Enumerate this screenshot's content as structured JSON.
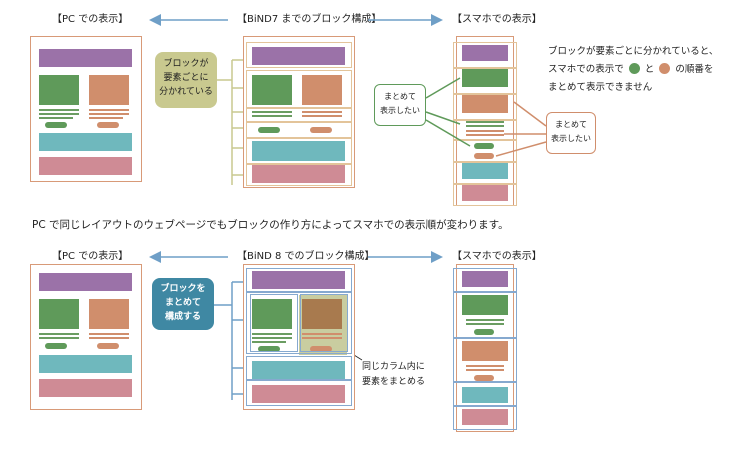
{
  "top": {
    "pc_header": "【PC での表示】",
    "bind7_header": "【BiND7 までのブロック構成】",
    "smartphone_header": "【スマホでの表示】",
    "block_note": "ブロックが\n要素ごとに\n分かれている",
    "desc_line1": "ブロックが要素ごとに分かれていると、",
    "desc_line2_a": "スマホでの表示で",
    "desc_line2_b": "と",
    "desc_line2_c": "の順番を",
    "desc_line3": "まとめて表示できません",
    "want_group_green": "まとめて\n表示したい",
    "want_group_salmon": "まとめて\n表示したい"
  },
  "middle_caption": "PC で同じレイアウトのウェブページでもブロックの作り方によってスマホでの表示順が変わります。",
  "bottom": {
    "pc_header": "【PC での表示】",
    "bind8_header": "【BiND 8 でのブロック構成】",
    "smartphone_header": "【スマホでの表示】",
    "block_note": "ブロックを\nまとめて\n構成する",
    "column_note": "同じカラム内に\n要素をまとめる"
  },
  "colors": {
    "purple": "#9b72a8",
    "green": "#5f9a5a",
    "salmon": "#d08e6c",
    "teal": "#6fb8bd",
    "pink": "#cf8b95",
    "note_olive": "#c9c98f",
    "note_blue": "#3f88a3",
    "arrow_blue": "#6f9fc7"
  }
}
